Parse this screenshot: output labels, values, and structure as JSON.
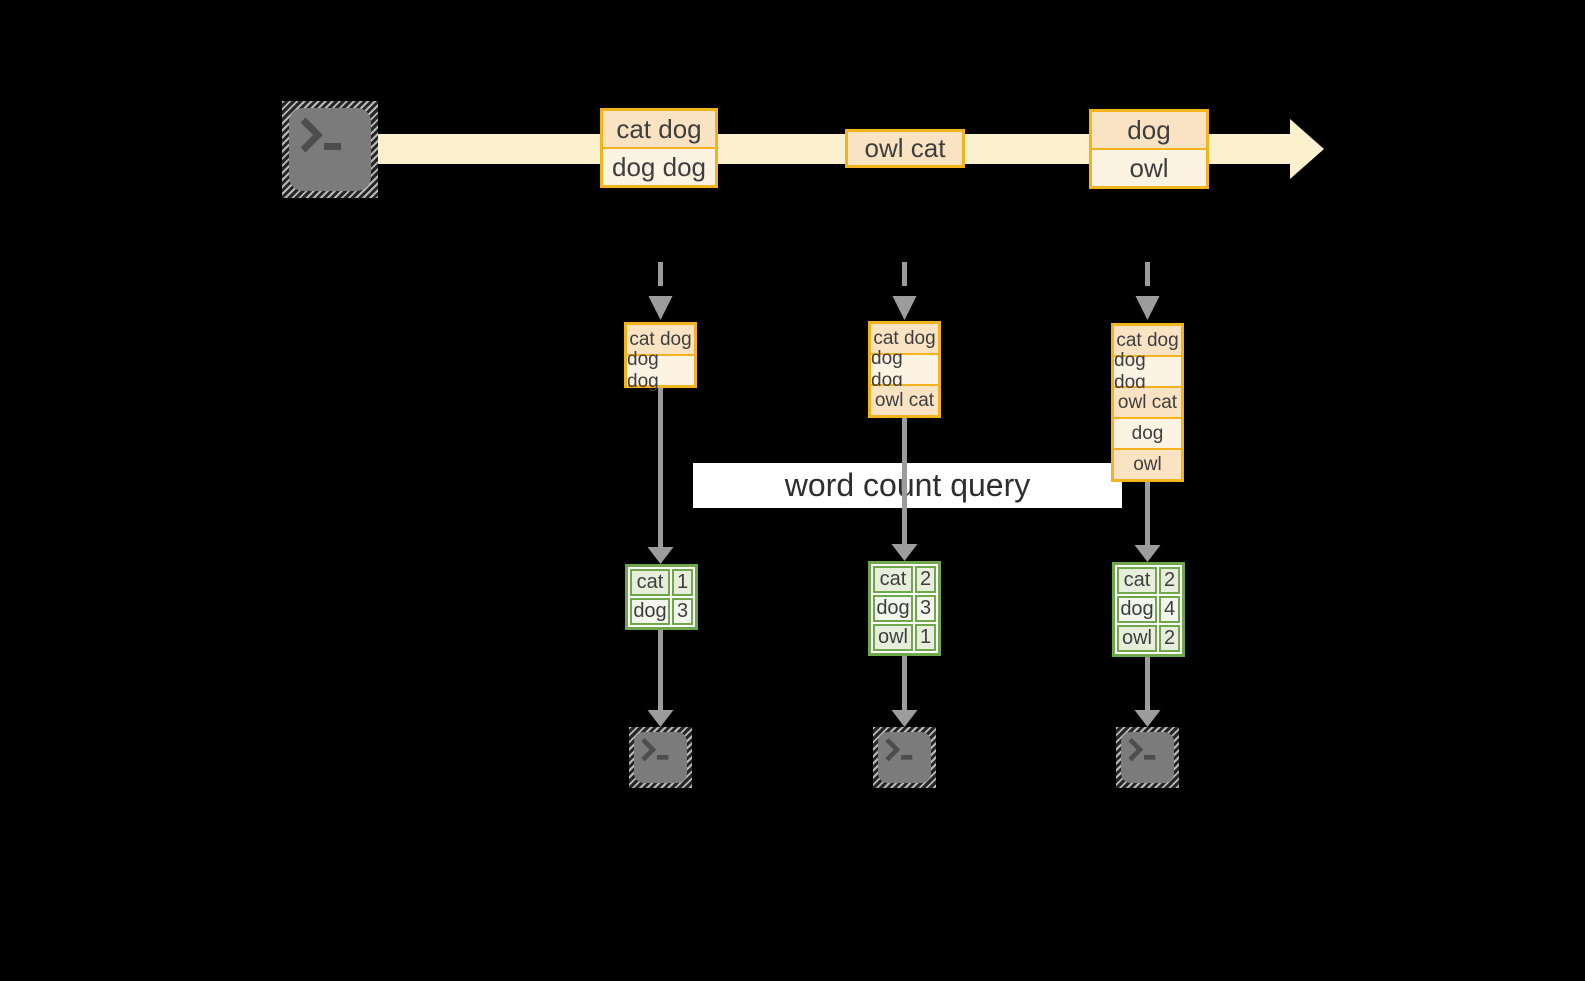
{
  "query": {
    "label": "word count query"
  },
  "timeline": {
    "events": [
      {
        "lines": [
          "cat dog",
          "dog dog"
        ]
      },
      {
        "lines": [
          "owl cat"
        ]
      },
      {
        "lines": [
          "dog",
          "owl"
        ]
      }
    ]
  },
  "columns": [
    {
      "stack": [
        "cat dog",
        "dog dog"
      ],
      "counts": [
        {
          "word": "cat",
          "count": "1"
        },
        {
          "word": "dog",
          "count": "3"
        }
      ]
    },
    {
      "stack": [
        "cat dog",
        "dog dog",
        "owl cat"
      ],
      "counts": [
        {
          "word": "cat",
          "count": "2"
        },
        {
          "word": "dog",
          "count": "3"
        },
        {
          "word": "owl",
          "count": "1"
        }
      ]
    },
    {
      "stack": [
        "cat dog",
        "dog dog",
        "owl cat",
        "dog",
        "owl"
      ],
      "counts": [
        {
          "word": "cat",
          "count": "2"
        },
        {
          "word": "dog",
          "count": "4"
        },
        {
          "word": "owl",
          "count": "2"
        }
      ]
    }
  ],
  "icons": {
    "source": "terminal-icon",
    "outputs": [
      "terminal-icon",
      "terminal-icon",
      "terminal-icon"
    ]
  },
  "colors": {
    "background": "#000000",
    "stream_band": "#fbf1cf",
    "accent_orange": "#f2b31c",
    "peach_dark": "#fae3c3",
    "peach_light": "#fdf3e3",
    "green_border": "#6fa84a",
    "green_cell_dark": "#e7eedb",
    "green_cell_light": "#f2f6ec",
    "arrow_gray": "#9c9c9c",
    "terminal_gray": "#7b7b7b",
    "query_background": "#ffffff",
    "text": "#3e3e3e"
  }
}
